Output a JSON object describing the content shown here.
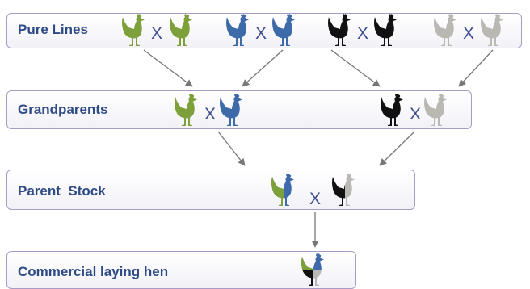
{
  "diagram": {
    "stages": [
      {
        "label": "Pure Lines"
      },
      {
        "label": "Grandparents"
      },
      {
        "label": "Parent  Stock"
      },
      {
        "label": "Commercial laying hen"
      }
    ],
    "cross_symbol": "X"
  },
  "colors": {
    "green": "#7ea03a",
    "blue": "#3d6aa8",
    "black": "#111111",
    "gray": "#b9b8b3",
    "box_border": "#a89cc6",
    "label_text": "#2f4b85",
    "arrow": "#777777"
  },
  "icons": {
    "bird": "chicken-silhouette-icon"
  }
}
